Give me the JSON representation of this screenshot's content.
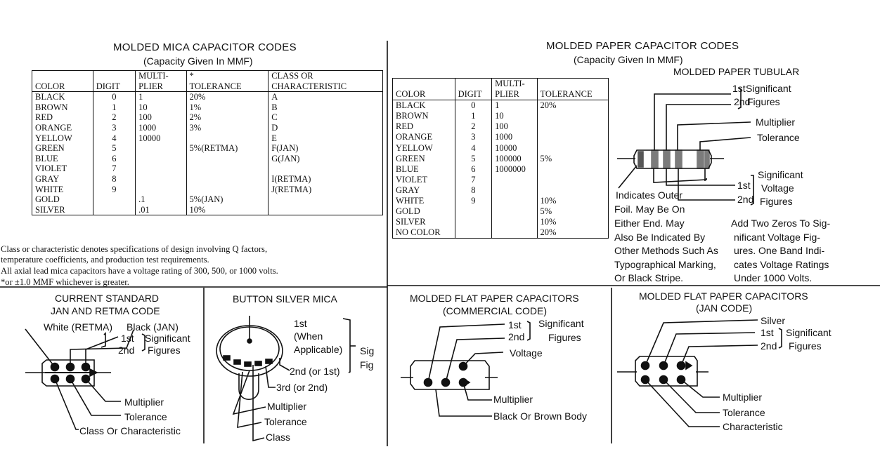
{
  "mica": {
    "title": "MOLDED MICA CAPACITOR CODES",
    "subtitle": "(Capacity Given In MMF)",
    "headers": [
      "COLOR",
      "DIGIT",
      "MULTI-\nPLIER",
      "*\nTOLERANCE",
      "CLASS OR\nCHARACTERISTIC"
    ],
    "rows": [
      [
        "BLACK",
        "0",
        "1",
        "20%",
        "A"
      ],
      [
        "BROWN",
        "1",
        "10",
        "1%",
        "B"
      ],
      [
        "RED",
        "2",
        "100",
        "2%",
        "C"
      ],
      [
        "ORANGE",
        "3",
        "1000",
        "3%",
        "D"
      ],
      [
        "YELLOW",
        "4",
        "10000",
        "",
        "E"
      ],
      [
        "GREEN",
        "5",
        "",
        "5%(RETMA)",
        "F(JAN)"
      ],
      [
        "BLUE",
        "6",
        "",
        "",
        "G(JAN)"
      ],
      [
        "VIOLET",
        "7",
        "",
        "",
        ""
      ],
      [
        "GRAY",
        "8",
        "",
        "",
        "I(RETMA)"
      ],
      [
        "WHITE",
        "9",
        "",
        "",
        "J(RETMA)"
      ],
      [
        "GOLD",
        "",
        ".1",
        "5%(JAN)",
        ""
      ],
      [
        "SILVER",
        "",
        ".01",
        "10%",
        ""
      ]
    ],
    "note1": "Class or characteristic denotes specifications of design involving Q factors,",
    "note2": "temperature coefficients, and production test requirements.",
    "note3": "All axial lead mica capacitors have a voltage rating of 300, 500, or 1000 volts.",
    "note4": "*or ±1.0 MMF whichever is greater."
  },
  "paper": {
    "title": "MOLDED PAPER CAPACITOR CODES",
    "subtitle": "(Capacity Given In MMF)",
    "headers": [
      "COLOR",
      "DIGIT",
      "MULTI-\nPLIER",
      "TOLERANCE"
    ],
    "rows": [
      [
        "BLACK",
        "0",
        "1",
        "20%"
      ],
      [
        "BROWN",
        "1",
        "10",
        ""
      ],
      [
        "RED",
        "2",
        "100",
        ""
      ],
      [
        "ORANGE",
        "3",
        "1000",
        ""
      ],
      [
        "YELLOW",
        "4",
        "10000",
        ""
      ],
      [
        "GREEN",
        "5",
        "100000",
        "5%"
      ],
      [
        "BLUE",
        "6",
        "1000000",
        ""
      ],
      [
        "VIOLET",
        "7",
        "",
        ""
      ],
      [
        "GRAY",
        "8",
        "",
        ""
      ],
      [
        "WHITE",
        "9",
        "",
        "10%"
      ],
      [
        "GOLD",
        "",
        "",
        "5%"
      ],
      [
        "SILVER",
        "",
        "",
        "10%"
      ],
      [
        "NO COLOR",
        "",
        "",
        "20%"
      ]
    ]
  },
  "tubular": {
    "title": "MOLDED PAPER TUBULAR",
    "first": "1st",
    "second": "2nd",
    "significant": "Significant",
    "figures": "Figures",
    "multiplier": "Multiplier",
    "tolerance": "Tolerance",
    "v_first": "1st",
    "v_second": "2nd",
    "v_significant": "Significant",
    "v_voltage": "Voltage",
    "v_figures": "Figures",
    "outer_foil": [
      "Indicates Outer",
      "Foil. May Be On",
      "Either End.  May",
      "Also Be Indicated By",
      "Other Methods Such As",
      "Typographical Marking,",
      "Or Black Stripe."
    ],
    "zeros_note": [
      "Add Two Zeros To Sig-",
      "nificant Voltage Fig-",
      "ures.  One Band Indi-",
      "cates Voltage Ratings",
      "Under 1000 Volts."
    ]
  },
  "standard": {
    "title1": "CURRENT STANDARD",
    "title2": "JAN AND RETMA CODE",
    "white": "White (RETMA)",
    "black": "Black (JAN)",
    "first": "1st",
    "second": "2nd",
    "significant": "Significant",
    "figures": "Figures",
    "multiplier": "Multiplier",
    "tolerance": "Tolerance",
    "class": "Class Or Characteristic"
  },
  "button": {
    "title": "BUTTON SILVER MICA",
    "first": "1st",
    "when": "(When",
    "applicable": "Applicable)",
    "second": "2nd (or 1st)",
    "third": "3rd (or 2nd)",
    "sig": "Sig",
    "fig": "Fig",
    "multiplier": "Multiplier",
    "tolerance": "Tolerance",
    "class": "Class"
  },
  "flat_commercial": {
    "title1": "MOLDED FLAT PAPER CAPACITORS",
    "title2": "(COMMERCIAL CODE)",
    "first": "1st",
    "second": "2nd",
    "significant": "Significant",
    "figures": "Figures",
    "voltage": "Voltage",
    "multiplier": "Multiplier",
    "body": "Black Or Brown Body"
  },
  "flat_jan": {
    "title1": "MOLDED FLAT PAPER CAPACITORS",
    "title2": "(JAN CODE)",
    "silver": "Silver",
    "first": "1st",
    "second": "2nd",
    "significant": "Significant",
    "figures": "Figures",
    "multiplier": "Multiplier",
    "tolerance": "Tolerance",
    "characteristic": "Characteristic"
  }
}
